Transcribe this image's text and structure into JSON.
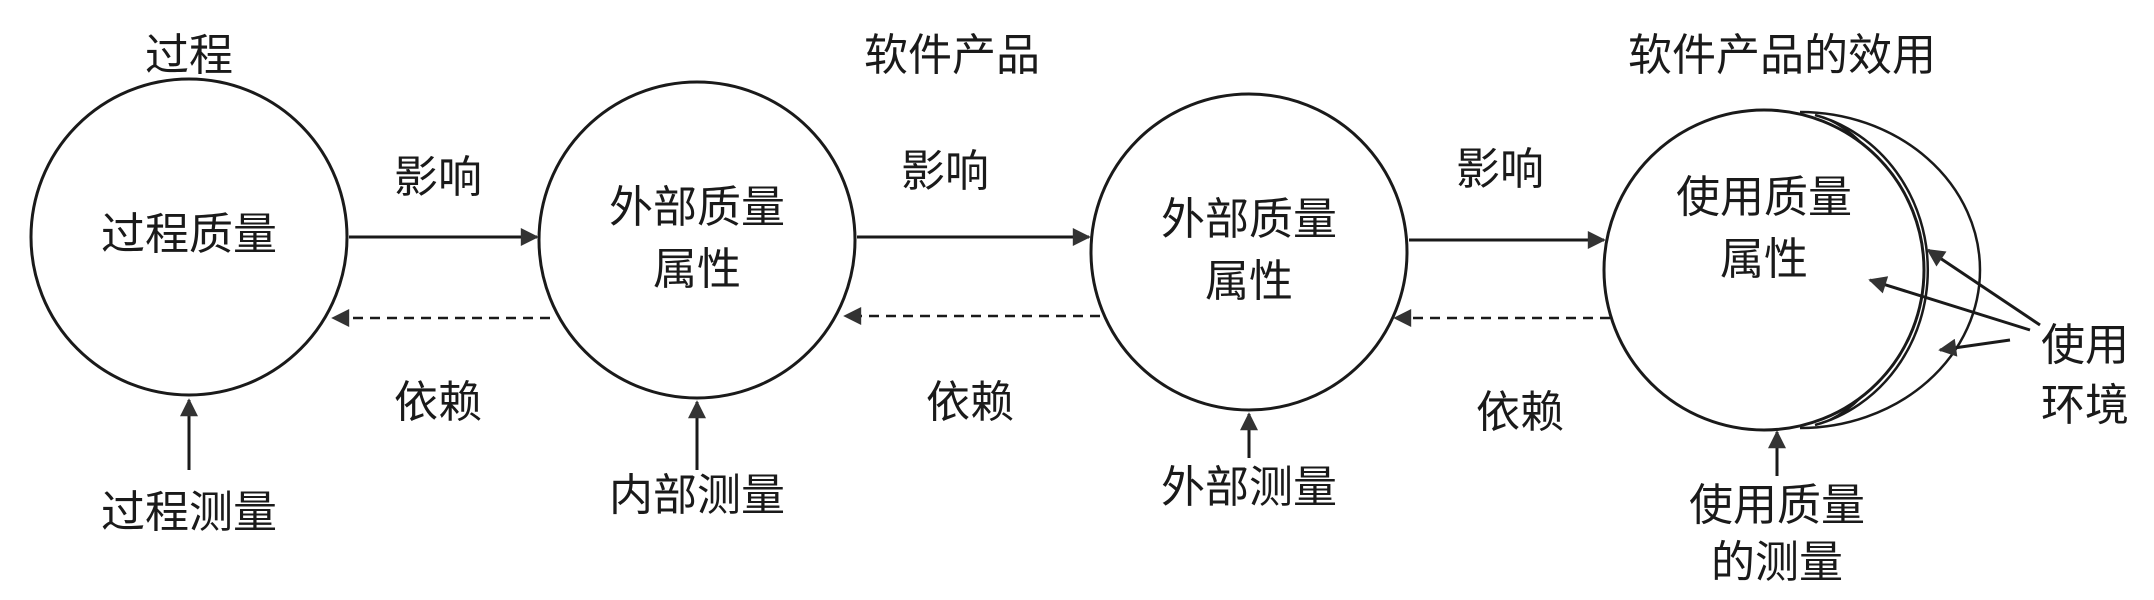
{
  "headers": {
    "process": "过程",
    "product": "软件产品",
    "effect": "软件产品的效用"
  },
  "nodes": {
    "process_quality": "过程质量",
    "internal_attr": [
      "外部质量",
      "属性"
    ],
    "external_attr": [
      "外部质量",
      "属性"
    ],
    "use_attr": [
      "使用质量",
      "属性"
    ]
  },
  "edges": {
    "influence": "影响",
    "depend": "依赖"
  },
  "measures": {
    "process": "过程测量",
    "internal": "内部测量",
    "external": "外部测量",
    "use": [
      "使用质量",
      "的测量"
    ]
  },
  "context": [
    "使用",
    "环境"
  ]
}
